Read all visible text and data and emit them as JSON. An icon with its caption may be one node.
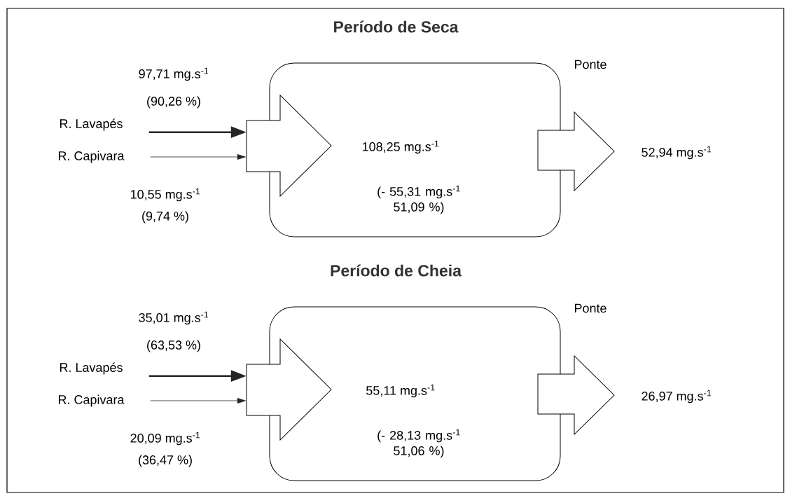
{
  "diagram": {
    "nodes": [
      {
        "text": [
          "108,25 mg.s$^{-1}$",
          "(- 55,31 mg.s$^{-1}$ 51,09 %)"
        ]
      },
      {
        "text": [],
        "shape": "arrow"
      },
      {
        "text": [],
        "shape": "arrow"
      },
      {
        "text": [
          "R. Lavapés"
        ]
      },
      {
        "text": [
          "R. Capivara"
        ]
      },
      {
        "text": [
          "55,11 mg.s$^{-1}$",
          "(- 28,13 mg.s$^{-1}$ 51,06 %)"
        ]
      },
      {
        "text": [],
        "shape": "arrow"
      },
      {
        "text": [],
        "shape": "arrow"
      },
      {
        "text": [
          "R. Lavapés"
        ]
      },
      {
        "text": [
          "R. Capivara"
        ]
      }
    ],
    "edges": [
      {
        "from": 3,
        "to": 1,
        "arrow": "to",
        "style": "thick"
      },
      {
        "from": 4,
        "to": 1,
        "arrow": "to"
      },
      {
        "from": 8,
        "to": 6,
        "arrow": "to",
        "style": "thick"
      },
      {
        "from": 9,
        "to": 6,
        "arrow": "to"
      }
    ],
    "labels": [
      "Período de Seca",
      "97,71 mg.s$^{-1}$",
      "Ponte",
      "(90,26 %)",
      "10,55 mg.s$^{-1}$",
      "(9,74 %)",
      "52,94 mg.s$^{-1}$",
      "Período de Cheia",
      "35,01 mg.s$^{-1}$",
      "Ponte",
      "(63,53 %)",
      "20,09 mg.s$^{-1}$",
      "(36,47 %)",
      "26,97 mg.s$^{-1}$"
    ]
  }
}
